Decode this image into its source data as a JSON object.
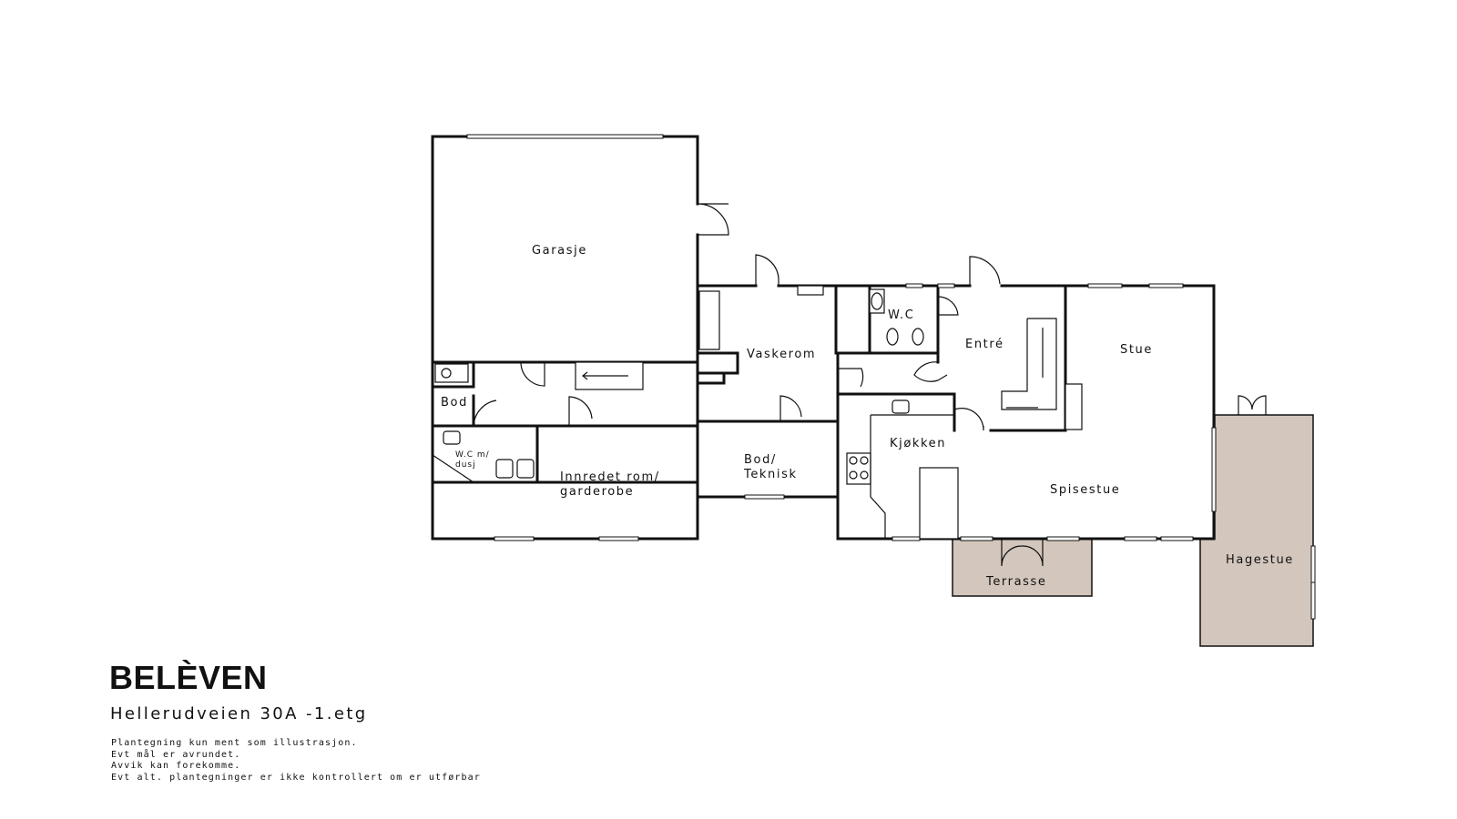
{
  "plan": {
    "rooms": {
      "garasje": "Garasje",
      "vaskerom": "Vaskerom",
      "wc_upper": "W.C",
      "entre": "Entré",
      "stue": "Stue",
      "bod": "Bod",
      "wc_dusj_line1": "W.C m/",
      "wc_dusj_line2": "dusj",
      "innredet_line1": "Innredet rom/",
      "innredet_line2": "garderobe",
      "bod_teknisk_line1": "Bod/",
      "bod_teknisk_line2": "Teknisk",
      "kjokken": "Kjøkken",
      "spisestue": "Spisestue",
      "terrasse": "Terrasse",
      "hagestue": "Hagestue"
    },
    "colors": {
      "wall": "#111111",
      "outdoor_fill": "#d3c6bc",
      "background": "#ffffff"
    }
  },
  "brand": {
    "name": "BELÈVEN"
  },
  "address": {
    "text": "Hellerudveien 30A -1.etg"
  },
  "disclaimer": {
    "lines": [
      "Plantegning kun ment som illustrasjon.",
      "Evt mål er avrundet.",
      "Avvik kan forekomme.",
      "Evt alt. plantegninger er ikke kontrollert om er utførbar"
    ]
  }
}
